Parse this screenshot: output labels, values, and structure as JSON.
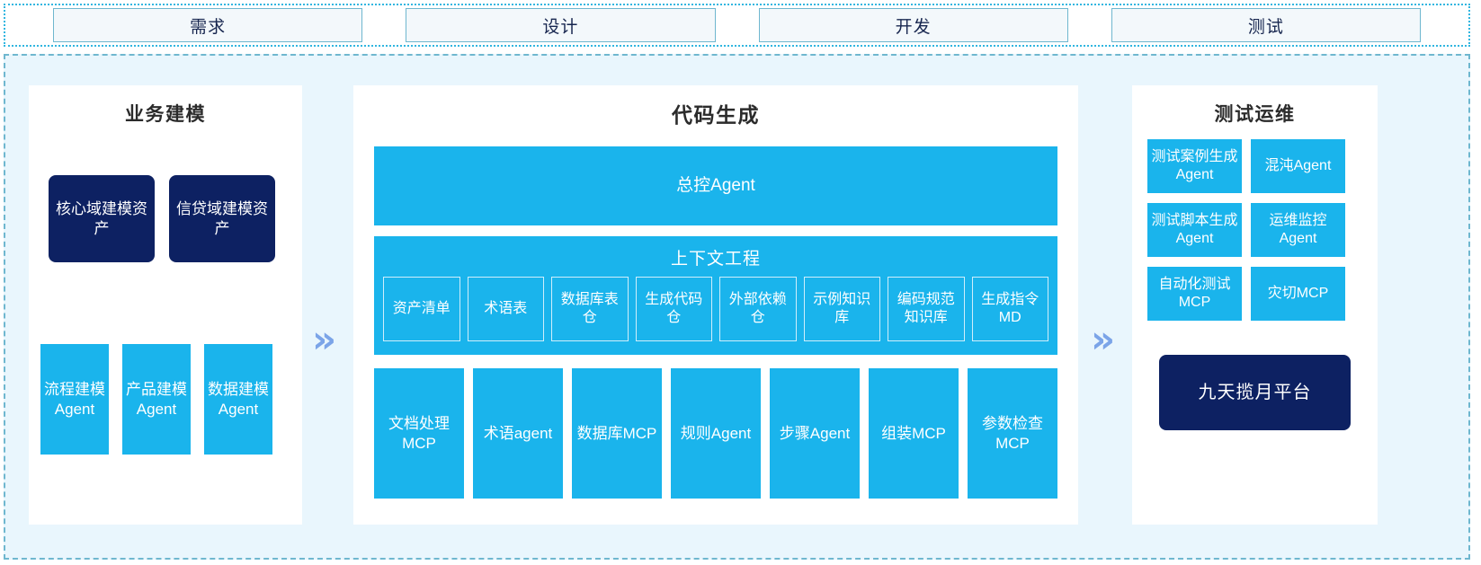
{
  "stages": {
    "tabs": [
      {
        "label": "需求"
      },
      {
        "label": "设计"
      },
      {
        "label": "开发"
      },
      {
        "label": "测试"
      }
    ]
  },
  "flow": {
    "chevron_glyph": "»"
  },
  "colors": {
    "navy": "#0d2162",
    "cyan": "#1ab4ec",
    "board_bg": "#e9f6fd",
    "panel_bg": "#ffffff",
    "border_dash": "#6fb7cf",
    "chevron": "#7ba4e8",
    "tab_fill": "#f3f8fb",
    "tab_text": "#17264f"
  },
  "panels": {
    "left": {
      "title": "业务建模",
      "assets": [
        {
          "label": "核心域建模资产"
        },
        {
          "label": "信贷域建模资产"
        }
      ],
      "agents": [
        {
          "label": "流程建模Agent"
        },
        {
          "label": "产品建模Agent"
        },
        {
          "label": "数据建模Agent"
        }
      ]
    },
    "center": {
      "title": "代码生成",
      "control_agent": "总控Agent",
      "context": {
        "title": "上下文工程",
        "items": [
          {
            "label": "资产清单"
          },
          {
            "label": "术语表"
          },
          {
            "label": "数据库表仓"
          },
          {
            "label": "生成代码仓"
          },
          {
            "label": "外部依赖仓"
          },
          {
            "label": "示例知识库"
          },
          {
            "label": "编码规范知识库"
          },
          {
            "label": "生成指令MD"
          }
        ]
      },
      "tools": [
        {
          "label": "文档处理MCP"
        },
        {
          "label": "术语agent"
        },
        {
          "label": "数据库MCP"
        },
        {
          "label": "规则Agent"
        },
        {
          "label": "步骤Agent"
        },
        {
          "label": "组装MCP"
        },
        {
          "label": "参数检查MCP"
        }
      ]
    },
    "right": {
      "title": "测试运维",
      "items": [
        {
          "label": "测试案例生成Agent"
        },
        {
          "label": "混沌Agent"
        },
        {
          "label": "测试脚本生成Agent"
        },
        {
          "label": "运维监控Agent"
        },
        {
          "label": "自动化测试MCP"
        },
        {
          "label": "灾切MCP"
        }
      ],
      "platform": "九天揽月平台"
    }
  }
}
